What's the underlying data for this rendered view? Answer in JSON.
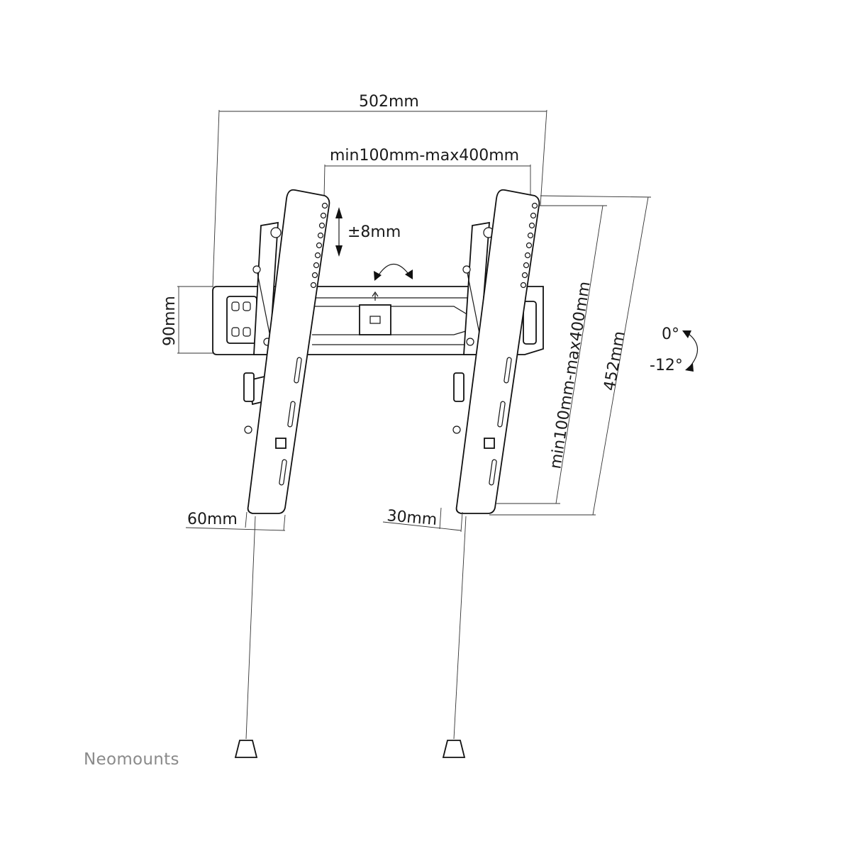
{
  "dimensions": {
    "overall_width": "502mm",
    "vesa_horizontal": "min100mm-max400mm",
    "vertical_adjust": "±8mm",
    "wall_plate_height": "90mm",
    "vesa_vertical": "min100mm-max400mm",
    "arm_length": "452mm",
    "tilt_max": "0°",
    "tilt_min": "-12°",
    "arm_depth_left": "60mm",
    "arm_depth_right": "30mm"
  },
  "brand": {
    "name": "Neomounts"
  }
}
